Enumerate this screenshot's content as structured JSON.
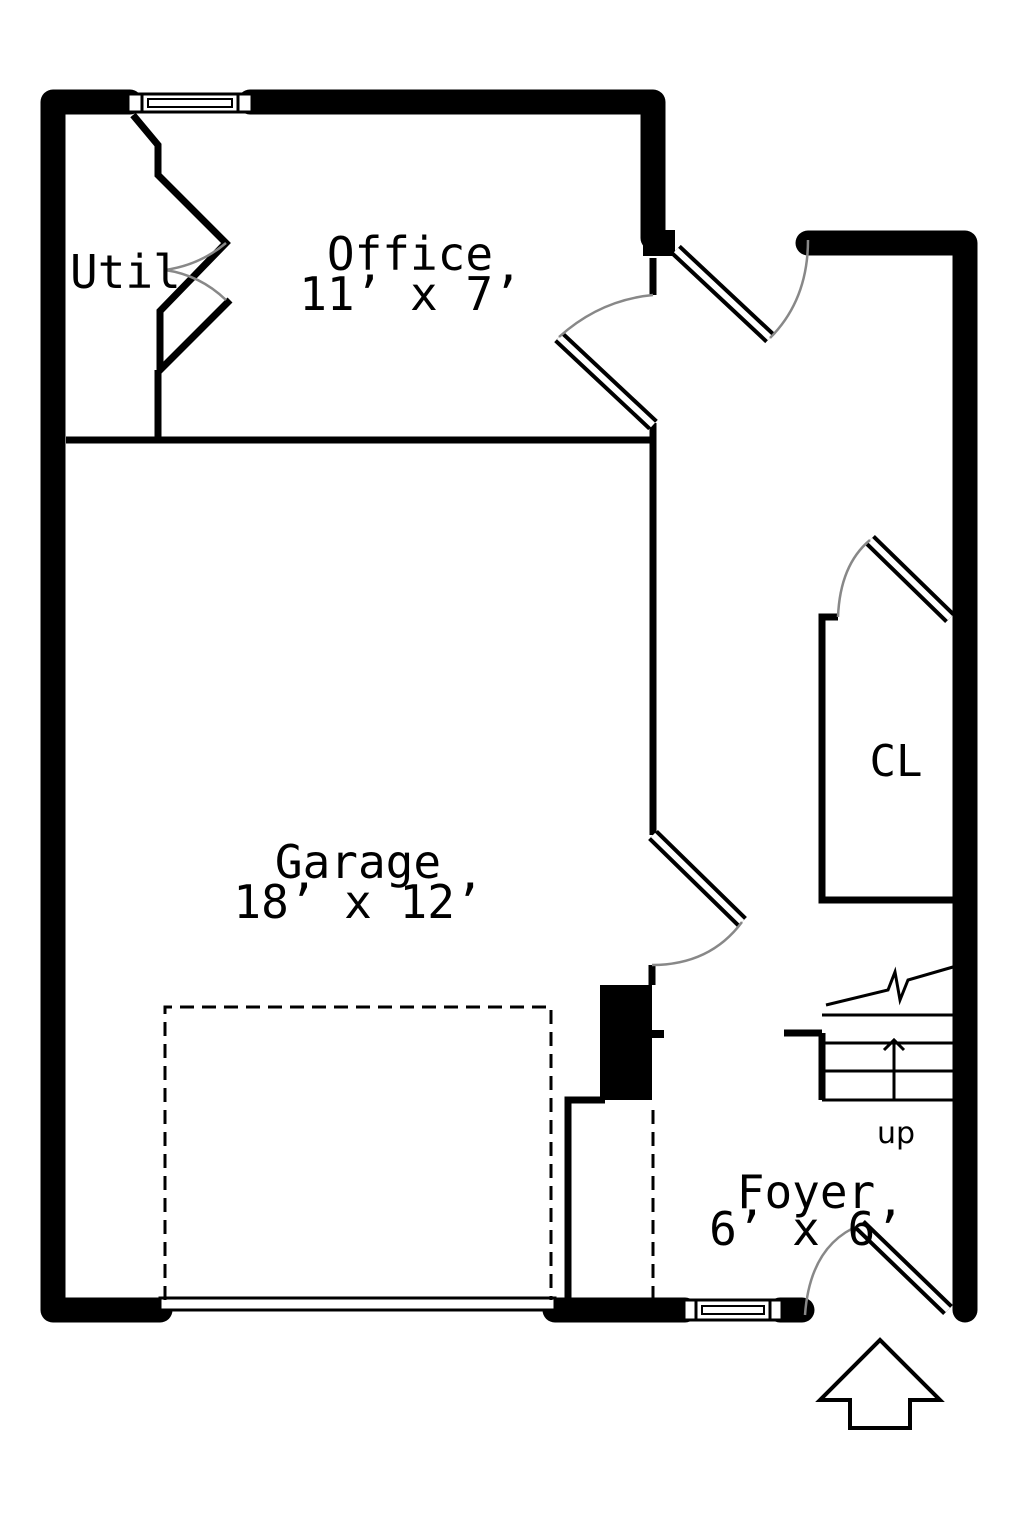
{
  "rooms": {
    "util": {
      "name": "Util"
    },
    "office": {
      "name": "Office",
      "size": "11’ x 7’"
    },
    "garage": {
      "name": "Garage",
      "size": "18’ x 12’"
    },
    "closet": {
      "name": "CL"
    },
    "foyer": {
      "name": "Foyer",
      "size": "6’ x 6’"
    }
  },
  "stairs": {
    "direction_label": "up"
  },
  "colors": {
    "wall": "#000000",
    "swing_arc": "#888888",
    "background": "#ffffff"
  }
}
